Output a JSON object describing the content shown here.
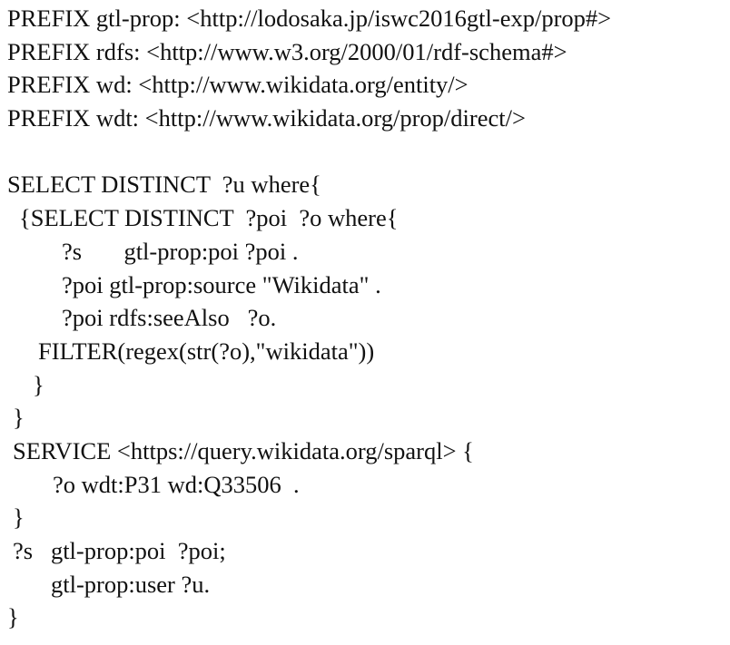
{
  "query": {
    "prefixes": [
      "PREFIX gtl-prop: <http://lodosaka.jp/iswc2016gtl-exp/prop#>",
      "PREFIX rdfs: <http://www.w3.org/2000/01/rdf-schema#>",
      "PREFIX wd: <http://www.wikidata.org/entity/>",
      "PREFIX wdt: <http://www.wikidata.org/prop/direct/>"
    ],
    "select_outer": "SELECT DISTINCT  ?u where{",
    "select_inner": "{SELECT DISTINCT  ?poi  ?o where{",
    "triple_1": "?s       gtl-prop:poi ?poi .",
    "triple_2": "?poi gtl-prop:source \"Wikidata\" .",
    "triple_3": "?poi rdfs:seeAlso   ?o.",
    "filter": "FILTER(regex(str(?o),\"wikidata\"))",
    "close_inner_where": "}",
    "close_subquery": "}",
    "service": "SERVICE <https://query.wikidata.org/sparql> {",
    "service_triple": "?o wdt:P31 wd:Q33506  .",
    "close_service": "}",
    "outer_triple_1": "?s   gtl-prop:poi  ?poi;",
    "outer_triple_2": "gtl-prop:user ?u.",
    "close_outer": "}"
  }
}
